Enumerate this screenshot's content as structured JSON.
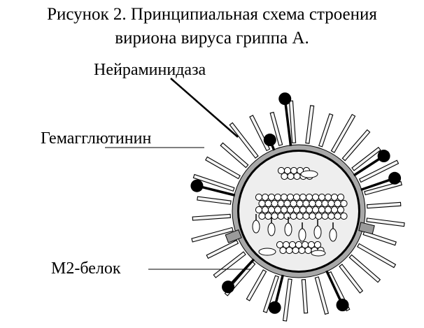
{
  "figure": {
    "caption_line1": "Рисунок 2. Принципиальная схема строения",
    "caption_line2": "вириона вируса гриппа А."
  },
  "labels": {
    "neuraminidase": "Нейраминидаза",
    "hemagglutinin": "Гемагглютинин",
    "m2_protein": "М2-белок"
  },
  "colors": {
    "ink": "#000000",
    "membrane": "#a8a8a8",
    "core": "#eeeeee",
    "spike_fill": "#f4f4f4",
    "m2_fill": "#9a9a9a"
  }
}
